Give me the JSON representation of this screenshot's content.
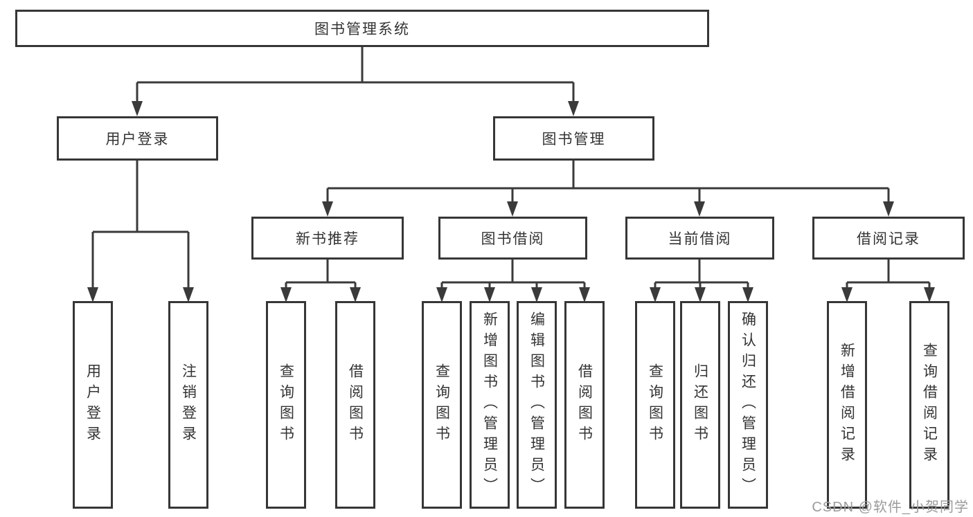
{
  "diagram_title": "图书管理系统",
  "root": {
    "label": "图书管理系统"
  },
  "level2": [
    {
      "label": "用户登录"
    },
    {
      "label": "图书管理"
    }
  ],
  "modules": [
    {
      "label": "新书推荐"
    },
    {
      "label": "图书借阅"
    },
    {
      "label": "当前借阅"
    },
    {
      "label": "借阅记录"
    }
  ],
  "leaves": [
    {
      "label": "用户登录"
    },
    {
      "label": "注销登录"
    },
    {
      "label": "查询图书"
    },
    {
      "label": "借阅图书"
    },
    {
      "label": "查询图书"
    },
    {
      "label": "新增图书（管理员）"
    },
    {
      "label": "编辑图书（管理员）"
    },
    {
      "label": "借阅图书"
    },
    {
      "label": "查询图书"
    },
    {
      "label": "归还图书"
    },
    {
      "label": "确认归还（管理员）"
    },
    {
      "label": "新增借阅记录"
    },
    {
      "label": "查询借阅记录"
    }
  ],
  "watermark": "CSDN @软件_小贺同学",
  "colors": {
    "line": "#3a3a3a",
    "border": "#363636",
    "text": "#333333",
    "watermark": "#9b9b9b",
    "background": "#ffffff"
  }
}
